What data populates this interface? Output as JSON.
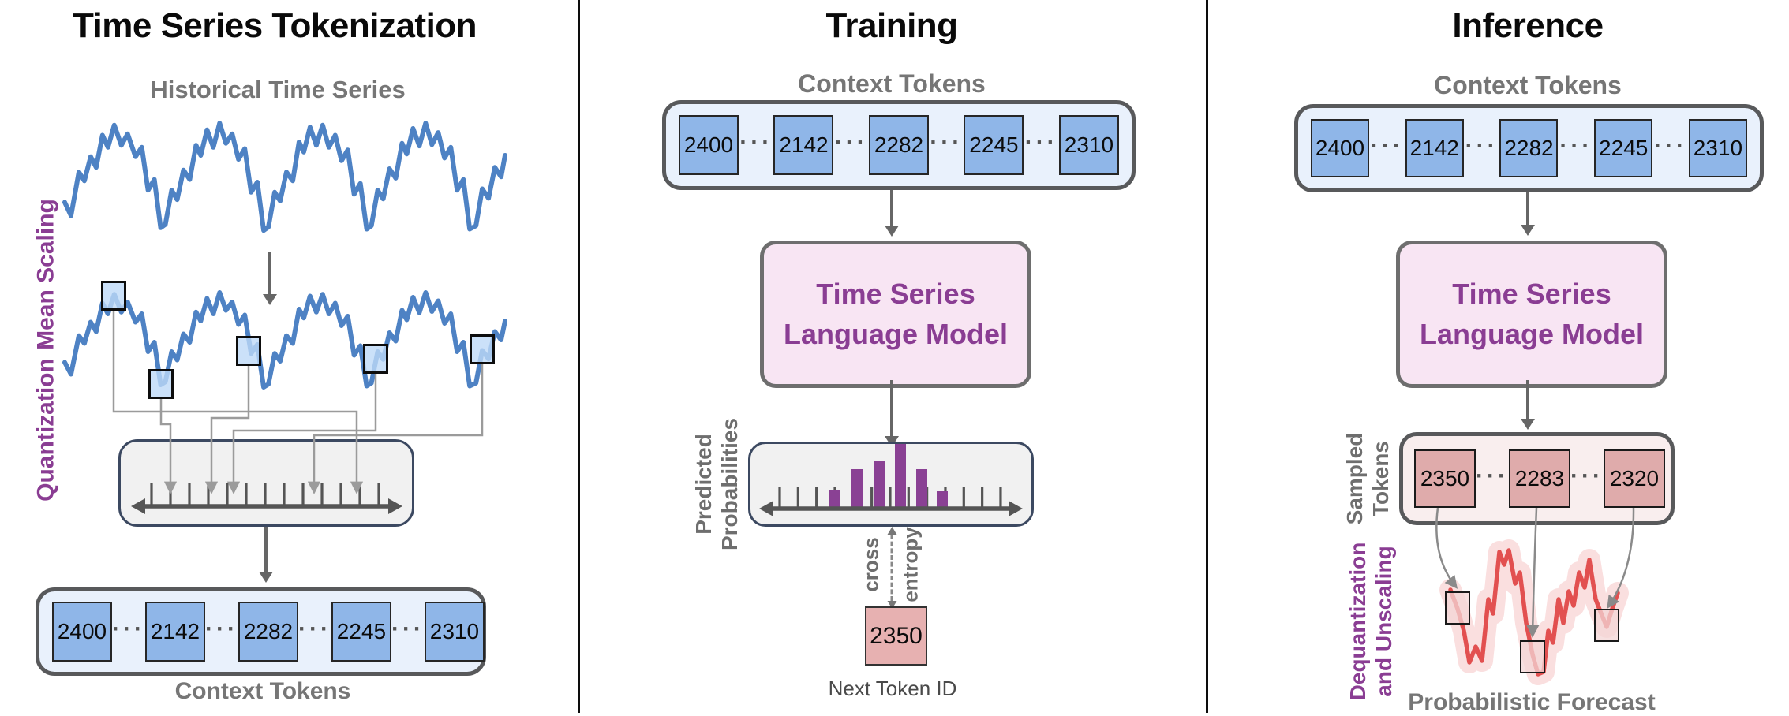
{
  "ellipsis": "···",
  "panels": {
    "tokenization": {
      "title": "Time Series Tokenization",
      "series_title": "Historical Time Series",
      "mean_scaling_label": "Mean Scaling",
      "quantization_label": "Quantization",
      "context_tokens": [
        "2400",
        "2142",
        "2282",
        "2245",
        "2310"
      ],
      "context_tokens_label": "Context Tokens"
    },
    "training": {
      "title": "Training",
      "context_tokens_label": "Context Tokens",
      "context_tokens": [
        "2400",
        "2142",
        "2282",
        "2245",
        "2310"
      ],
      "model_line1": "Time Series",
      "model_line2": "Language Model",
      "predicted_label_line1": "Predicted",
      "predicted_label_line2": "Probabilities",
      "loss_word1": "cross",
      "loss_word2": "entropy",
      "next_token_value": "2350",
      "next_token_caption": "Next Token ID"
    },
    "inference": {
      "title": "Inference",
      "context_tokens_label": "Context Tokens",
      "context_tokens": [
        "2400",
        "2142",
        "2282",
        "2245",
        "2310"
      ],
      "model_line1": "Time Series",
      "model_line2": "Language Model",
      "sampled_label_line1": "Sampled",
      "sampled_label_line2": "Tokens",
      "sampled_tokens": [
        "2350",
        "2283",
        "2320"
      ],
      "dequant_label_line1": "Dequantization",
      "dequant_label_line2": "and Unscaling",
      "forecast_label": "Probabilistic Forecast"
    }
  },
  "axes": {
    "quantization": {
      "tick_count": 13
    },
    "predicted_probabilities": {
      "tick_count": 13,
      "bar_heights": [
        22,
        48,
        58,
        80,
        48,
        20
      ]
    }
  },
  "colors": {
    "token_blue": "#8fb6e8",
    "container_blue": "#e9f1fc",
    "series_blue": "#4e82c4",
    "label_purple": "#8a3d93",
    "model_pink": "#f8e5f3",
    "bar_purple": "#8a4194",
    "sample_red": "#dfabab",
    "forecast_red": "#e25050",
    "gray_label": "#767676"
  }
}
